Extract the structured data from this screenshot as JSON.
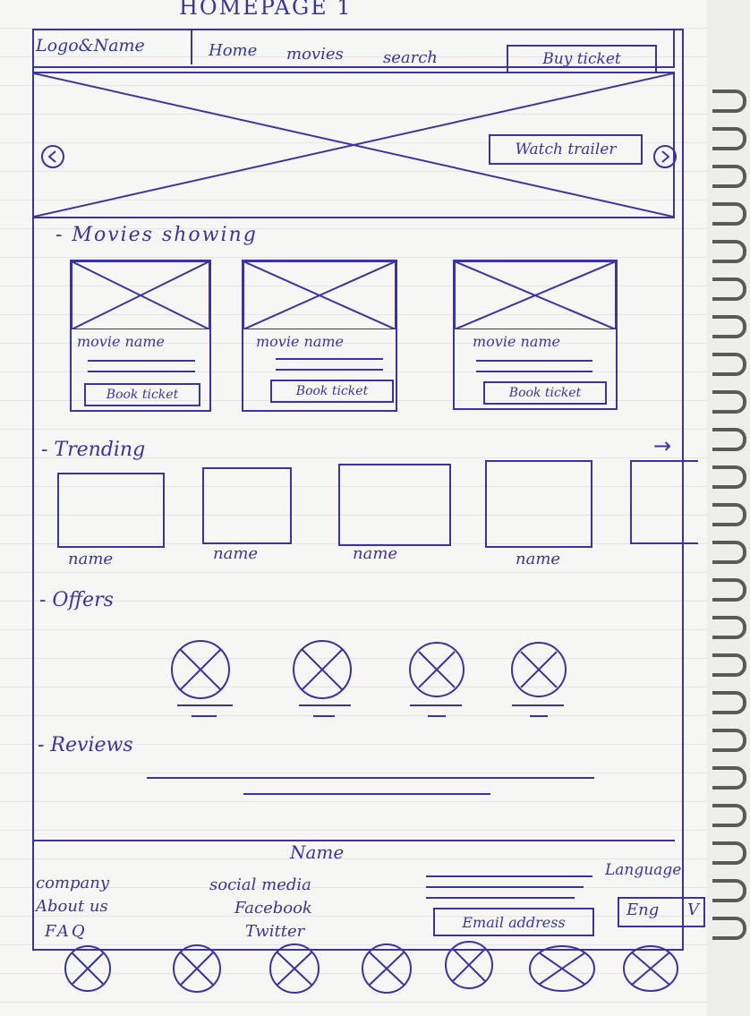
{
  "page_title": "HOMEPAGE 1",
  "header": {
    "logo_name": "Logo&Name",
    "nav": [
      "Home",
      "movies",
      "search"
    ],
    "buy_ticket": "Buy ticket"
  },
  "hero": {
    "watch_trailer": "Watch trailer"
  },
  "movies_showing": {
    "heading": "- Movies showing",
    "cards": [
      {
        "name": "movie name",
        "button": "Book ticket"
      },
      {
        "name": "movie name",
        "button": "Book ticket"
      },
      {
        "name": "movie name",
        "button": "Book ticket"
      }
    ]
  },
  "trending": {
    "heading": "- Trending",
    "items": [
      "name",
      "name",
      "name",
      "name"
    ]
  },
  "offers": {
    "heading": "- Offers"
  },
  "reviews": {
    "heading": "- Reviews"
  },
  "footer": {
    "name": "Name",
    "company": {
      "label": "company",
      "links": [
        "About us",
        "FAQ"
      ]
    },
    "social": {
      "label": "social media",
      "links": [
        "Facebook",
        "Twitter"
      ]
    },
    "email_placeholder": "Email address",
    "language": {
      "label": "Language",
      "selected": "Eng",
      "toggle": "V"
    }
  },
  "colors": {
    "ink": "#3a33a8",
    "paper": "#f6f6f4"
  }
}
